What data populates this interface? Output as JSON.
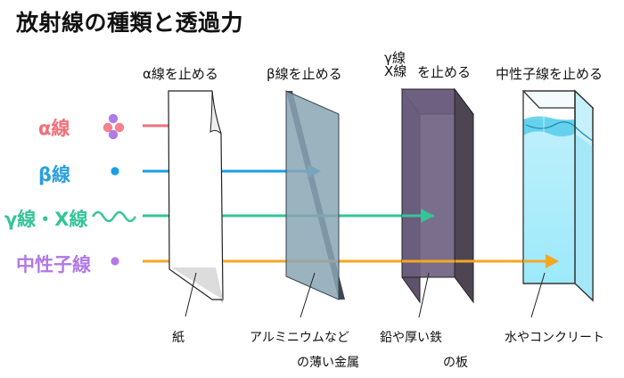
{
  "title": "放射線の種類と透過力",
  "column_headers": {
    "paper": "α線を止める",
    "metal": "β線を止める",
    "lead_line1": "γ線",
    "lead_line2": "X線",
    "lead_suffix": "を止める",
    "water": "中性子線を止める"
  },
  "radiation_types": [
    {
      "label": "α線",
      "color": "#f26f7a"
    },
    {
      "label": "β線",
      "color": "#2a9fe0"
    },
    {
      "label": "γ線・X線",
      "color": "#35c497"
    },
    {
      "label": "中性子線",
      "color": "#b279e6"
    }
  ],
  "arrow_colors": {
    "alpha": "#f26f7a",
    "beta": "#1a9ee6",
    "gamma": "#35c497",
    "neutron": "#f5a623"
  },
  "barriers": {
    "paper": {
      "caption": "紙"
    },
    "metal": {
      "caption_line1": "アルミニウムなど",
      "caption_line2": "の薄い金属"
    },
    "lead": {
      "caption_line1": "鉛や厚い鉄",
      "caption_line2": "の板"
    },
    "water": {
      "caption": "水やコンクリート"
    }
  }
}
